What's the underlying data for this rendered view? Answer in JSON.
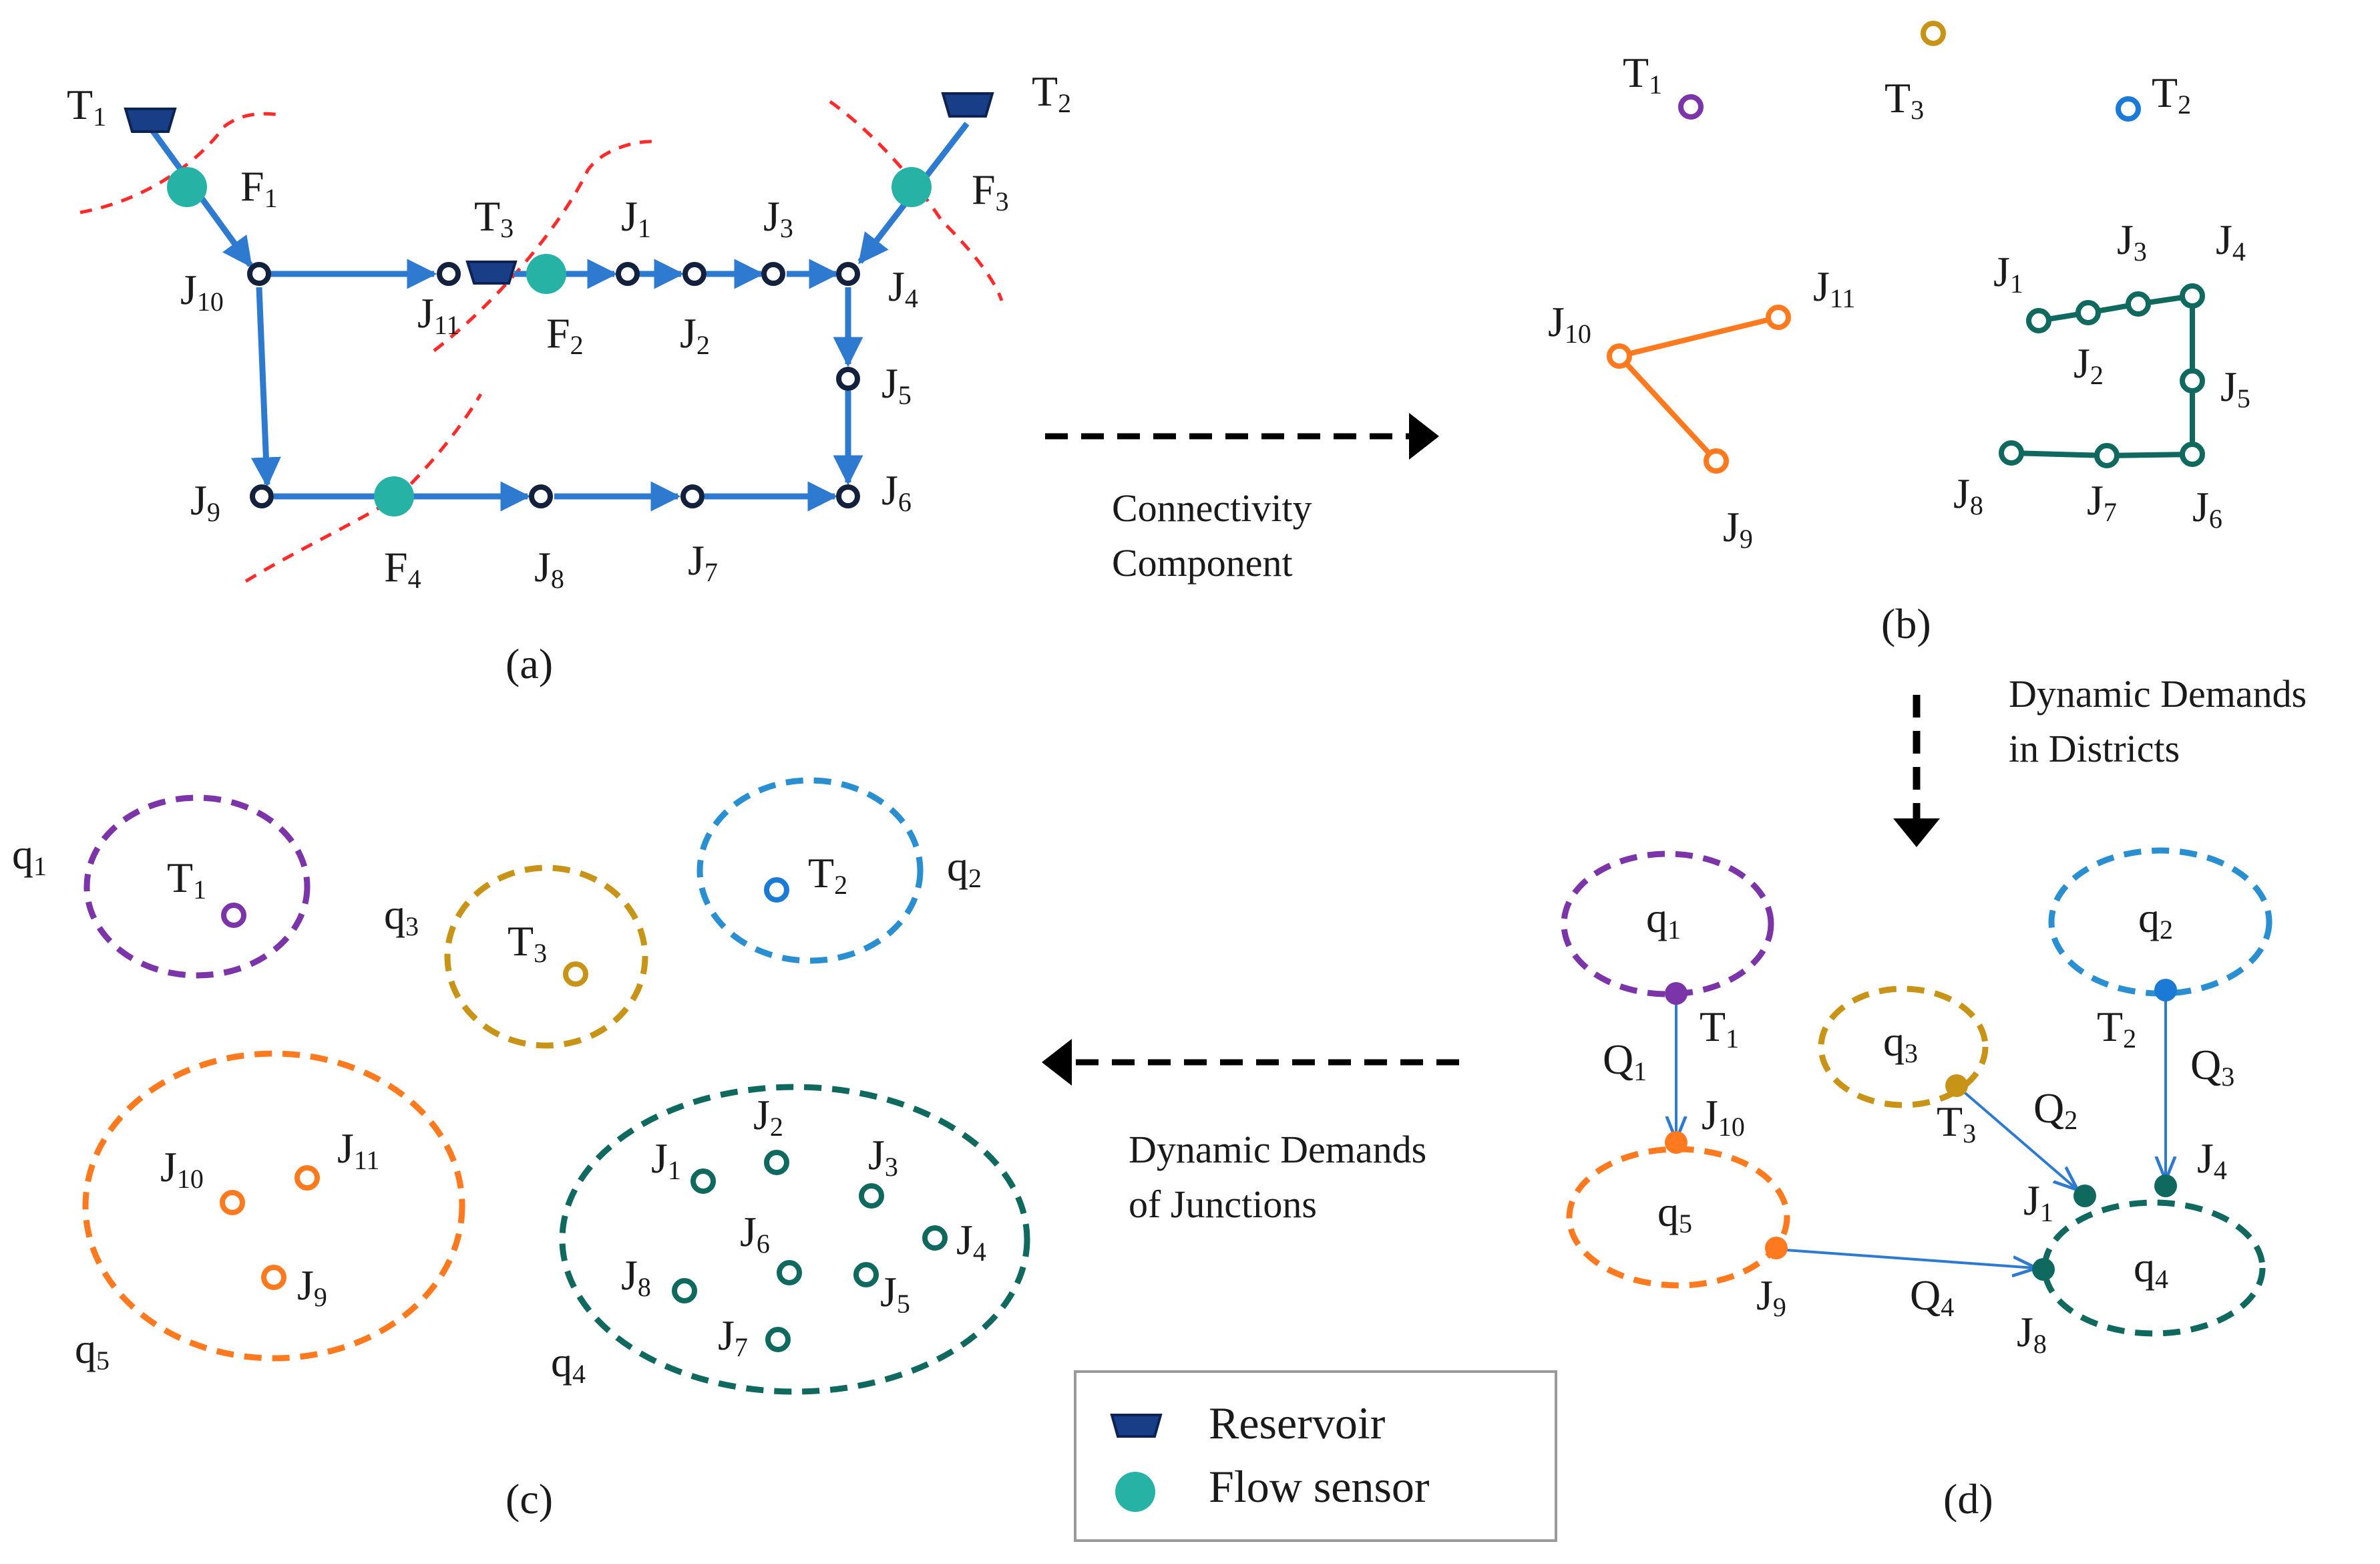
{
  "colors": {
    "pipe": "#2e7ad0",
    "node": "#14213d",
    "sensor": "#26b3a6",
    "cut": "#ff2a2a",
    "purple": "#7b35a8",
    "gold": "#c89418",
    "blue": "#1b7ad6",
    "orange": "#ff7a1f",
    "teal": "#10695e",
    "dashblue": "#2a8fd0",
    "reservoir": "#173e86"
  },
  "captions": {
    "a": "(a)",
    "b": "(b)",
    "c": "(c)",
    "d": "(d)"
  },
  "arrows": {
    "connectivity": [
      "Connectivity",
      "Component"
    ],
    "districts": [
      "Dynamic Demands",
      "in Districts"
    ],
    "junctions": [
      "Dynamic Demands",
      "of Junctions"
    ]
  },
  "legend": {
    "reservoir": "Reservoir",
    "sensor": "Flow sensor",
    "reservoir_icon": "reservoir-icon",
    "sensor_icon": "flow-sensor-icon"
  },
  "panel_a": {
    "reservoirs": [
      {
        "base": "T",
        "sub": "1"
      },
      {
        "base": "T",
        "sub": "2"
      },
      {
        "base": "T",
        "sub": "3"
      }
    ],
    "sensors": [
      {
        "base": "F",
        "sub": "1"
      },
      {
        "base": "F",
        "sub": "2"
      },
      {
        "base": "F",
        "sub": "3"
      },
      {
        "base": "F",
        "sub": "4"
      }
    ],
    "junctions": [
      {
        "base": "J",
        "sub": "10"
      },
      {
        "base": "J",
        "sub": "11"
      },
      {
        "base": "J",
        "sub": "1"
      },
      {
        "base": "J",
        "sub": "2"
      },
      {
        "base": "J",
        "sub": "3"
      },
      {
        "base": "J",
        "sub": "4"
      },
      {
        "base": "J",
        "sub": "5"
      },
      {
        "base": "J",
        "sub": "6"
      },
      {
        "base": "J",
        "sub": "9"
      },
      {
        "base": "J",
        "sub": "8"
      },
      {
        "base": "J",
        "sub": "7"
      }
    ]
  },
  "panel_b": {
    "nodes": [
      {
        "base": "T",
        "sub": "1"
      },
      {
        "base": "T",
        "sub": "3"
      },
      {
        "base": "T",
        "sub": "2"
      },
      {
        "base": "J",
        "sub": "10"
      },
      {
        "base": "J",
        "sub": "11"
      },
      {
        "base": "J",
        "sub": "9"
      },
      {
        "base": "J",
        "sub": "1"
      },
      {
        "base": "J",
        "sub": "3"
      },
      {
        "base": "J",
        "sub": "4"
      },
      {
        "base": "J",
        "sub": "2"
      },
      {
        "base": "J",
        "sub": "5"
      },
      {
        "base": "J",
        "sub": "8"
      },
      {
        "base": "J",
        "sub": "7"
      },
      {
        "base": "J",
        "sub": "6"
      }
    ]
  },
  "panel_c": {
    "districts": [
      {
        "base": "q",
        "sub": "1"
      },
      {
        "base": "q",
        "sub": "3"
      },
      {
        "base": "q",
        "sub": "2"
      },
      {
        "base": "q",
        "sub": "5"
      },
      {
        "base": "q",
        "sub": "4"
      }
    ],
    "nodes": [
      {
        "base": "T",
        "sub": "1"
      },
      {
        "base": "T",
        "sub": "3"
      },
      {
        "base": "T",
        "sub": "2"
      },
      {
        "base": "J",
        "sub": "10"
      },
      {
        "base": "J",
        "sub": "11"
      },
      {
        "base": "J",
        "sub": "9"
      },
      {
        "base": "J",
        "sub": "1"
      },
      {
        "base": "J",
        "sub": "2"
      },
      {
        "base": "J",
        "sub": "3"
      },
      {
        "base": "J",
        "sub": "4"
      },
      {
        "base": "J",
        "sub": "6"
      },
      {
        "base": "J",
        "sub": "8"
      },
      {
        "base": "J",
        "sub": "5"
      },
      {
        "base": "J",
        "sub": "7"
      }
    ]
  },
  "panel_d": {
    "districts": [
      {
        "base": "q",
        "sub": "1"
      },
      {
        "base": "q",
        "sub": "3"
      },
      {
        "base": "q",
        "sub": "2"
      },
      {
        "base": "q",
        "sub": "5"
      },
      {
        "base": "q",
        "sub": "4"
      }
    ],
    "nodes": [
      {
        "base": "T",
        "sub": "1"
      },
      {
        "base": "J",
        "sub": "10"
      },
      {
        "base": "T",
        "sub": "3"
      },
      {
        "base": "T",
        "sub": "2"
      },
      {
        "base": "J",
        "sub": "4"
      },
      {
        "base": "J",
        "sub": "1"
      },
      {
        "base": "J",
        "sub": "9"
      },
      {
        "base": "J",
        "sub": "8"
      }
    ],
    "flows": [
      {
        "base": "Q",
        "sub": "1"
      },
      {
        "base": "Q",
        "sub": "2"
      },
      {
        "base": "Q",
        "sub": "3"
      },
      {
        "base": "Q",
        "sub": "4"
      }
    ]
  }
}
